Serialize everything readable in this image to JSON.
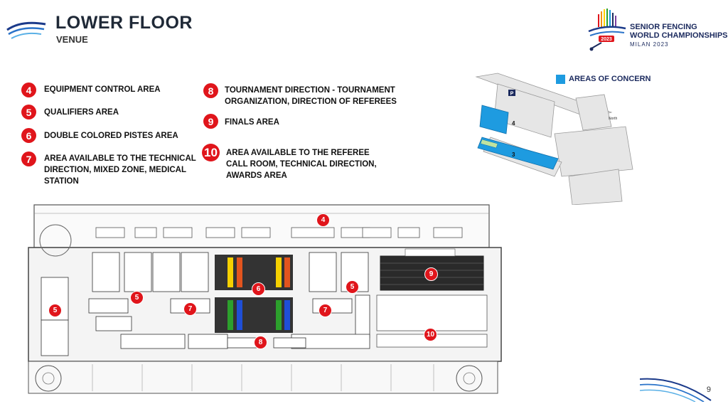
{
  "header": {
    "title": "LOWER FLOOR",
    "subtitle": "VENUE"
  },
  "brand": {
    "line1": "SENIOR FENCING",
    "line2": "WORLD CHAMPIONSHIPS",
    "line3": "MILAN 2023",
    "year": "2023"
  },
  "legend": [
    {
      "num": "4",
      "text": "EQUIPMENT CONTROL AREA"
    },
    {
      "num": "5",
      "text": "QUALIFIERS AREA"
    },
    {
      "num": "6",
      "text": "DOUBLE COLORED PISTES AREA"
    },
    {
      "num": "7",
      "text": "AREA AVAILABLE TO THE TECHNICAL DIRECTION, MIXED ZONE, MEDICAL STATION"
    },
    {
      "num": "8",
      "text": "TOURNAMENT DIRECTION  - TOURNAMENT ORGANIZATION, DIRECTION OF REFEREES"
    },
    {
      "num": "9",
      "text": "FINALS AREA"
    },
    {
      "num": "10",
      "text": "AREA AVAILABLE TO THE REFEREE CALL ROOM, TECHNICAL DIRECTION, AWARDS AREA"
    }
  ],
  "concern": {
    "label": "AREAS OF CONCERN",
    "color": "#1e9be0"
  },
  "minimap_labels": {
    "p": "P",
    "four": "4",
    "three": "3",
    "north": "North"
  },
  "floor_marks": {
    "m4": "4",
    "m5a": "5",
    "m5b": "5",
    "m5c": "5",
    "m6": "6",
    "m7a": "7",
    "m7b": "7",
    "m8": "8",
    "m9": "9",
    "m10": "10"
  },
  "page": {
    "number": "9"
  },
  "colors": {
    "accent_red": "#e0151b",
    "navy": "#1b2a5e",
    "concern_blue": "#1e9be0"
  }
}
